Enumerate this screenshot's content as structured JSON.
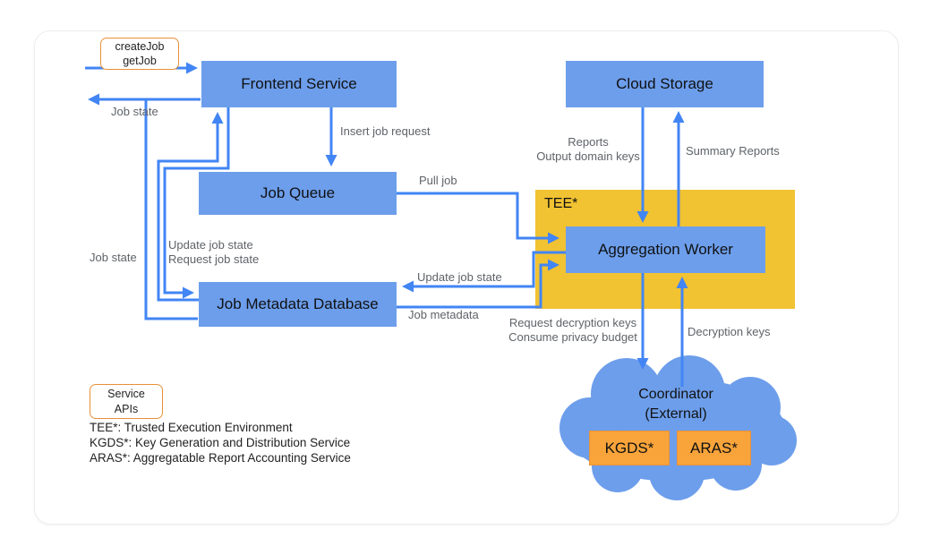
{
  "diagram": {
    "nodes": {
      "frontend": "Frontend Service",
      "job_queue": "Job Queue",
      "job_db": "Job Metadata Database",
      "cloud_storage": "Cloud Storage",
      "tee": "TEE*",
      "worker": "Aggregation Worker",
      "coordinator_line1": "Coordinator",
      "coordinator_line2": "(External)",
      "kgds": "KGDS*",
      "aras": "ARAS*"
    },
    "badges": {
      "create_job_line1": "createJob",
      "create_job_line2": "getJob",
      "service_apis_line1": "Service",
      "service_apis_line2": "APIs"
    },
    "edge_labels": {
      "job_state_out": "Job state",
      "job_state_db": "Job state",
      "insert_job_request": "Insert job request",
      "pull_job": "Pull job",
      "update_job_state_left": "Update job state",
      "request_job_state": "Request job state",
      "update_job_state_mid": "Update job state",
      "job_metadata": "Job metadata",
      "reports": "Reports",
      "output_domain_keys": "Output domain keys",
      "summary_reports": "Summary Reports",
      "request_decryption_keys": "Request decryption keys",
      "consume_privacy_budget": "Consume privacy budget",
      "decryption_keys": "Decryption keys"
    },
    "legend": {
      "tee": "TEE*: Trusted Execution Environment",
      "kgds": "KGDS*: Key Generation and Distribution Service",
      "aras": "ARAS*: Aggregatable Report Accounting Service"
    },
    "colors": {
      "node_blue": "#6d9eeb",
      "arrow_blue": "#4285f4",
      "tee_yellow": "#f1c232",
      "orange_box": "#f9a43b",
      "badge_border": "#e8913a",
      "edge_label_gray": "#5f6368"
    }
  }
}
